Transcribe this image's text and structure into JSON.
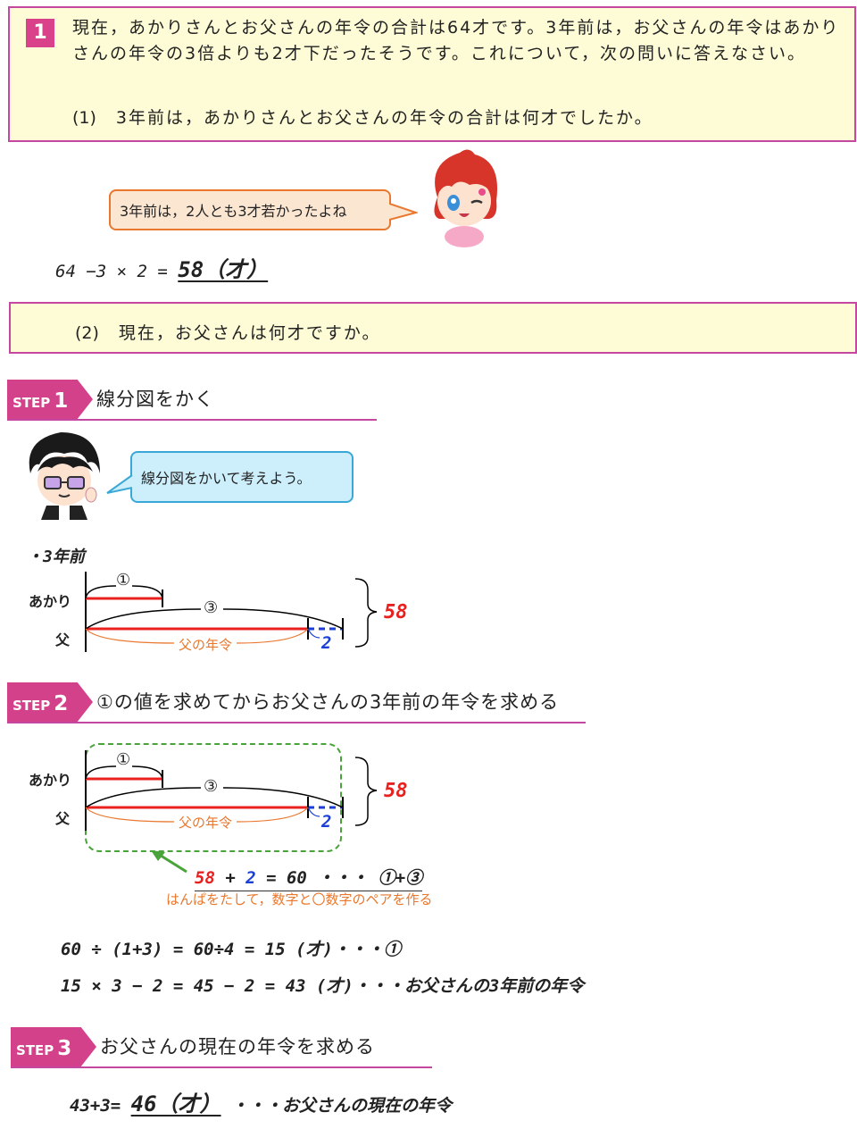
{
  "problem": {
    "number": "1",
    "text": "現在，あかりさんとお父さんの年令の合計は64才です。3年前は，お父さんの年令はあかりさんの年令の3倍よりも2才下だったそうです。これについて，次の問いに答えなさい。",
    "q1_num": "(1)",
    "q1_text": "3年前は，あかりさんとお父さんの年令の合計は何才でしたか。",
    "q2_num": "(2)",
    "q2_text": "現在，お父さんは何才ですか。"
  },
  "bubble1": "3年前は，2人とも3才若かったよね",
  "eq1": {
    "expr": "64 −3 × 2 = ",
    "answer": "58（才）"
  },
  "step1": {
    "label": "STEP",
    "num": "1",
    "title": "線分図をかく"
  },
  "bubble2": "線分図をかいて考えよう。",
  "diagram1": {
    "heading": "・3年前",
    "label_akari": "あかり",
    "label_father": "父",
    "circle1": "①",
    "circle3": "③",
    "total": "58",
    "minus": "2",
    "father_age": "父の年令"
  },
  "step2": {
    "label": "STEP",
    "num": "2",
    "title": "①の値を求めてからお父さんの3年前の年令を求める"
  },
  "diagram2": {
    "label_akari": "あかり",
    "label_father": "父",
    "circle1": "①",
    "circle3": "③",
    "total": "58",
    "minus": "2",
    "father_age": "父の年令"
  },
  "pair_eq": {
    "a": "58",
    "plus": " + ",
    "b": "2",
    "rest": " = 60 ・・・ ①+③"
  },
  "pair_note": "はんぱをたして，数字と〇数字のペアを作る",
  "eq2": "60 ÷ (1+3) = 60÷4 = 15 (才)・・・①",
  "eq3": "15 × 3 − 2 = 45 − 2 = 43 (才)・・・お父さんの3年前の年令",
  "step3": {
    "label": "STEP",
    "num": "3",
    "title": "お父さんの現在の年令を求める"
  },
  "eq4": {
    "expr": "43+3= ",
    "answer": "46（才）",
    "note": " ・・・お父さんの現在の年令"
  },
  "colors": {
    "pink": "#d3418a",
    "red": "#e8201e",
    "blue": "#1b3fd8",
    "orange": "#e9782e",
    "green": "#4aa33a"
  }
}
